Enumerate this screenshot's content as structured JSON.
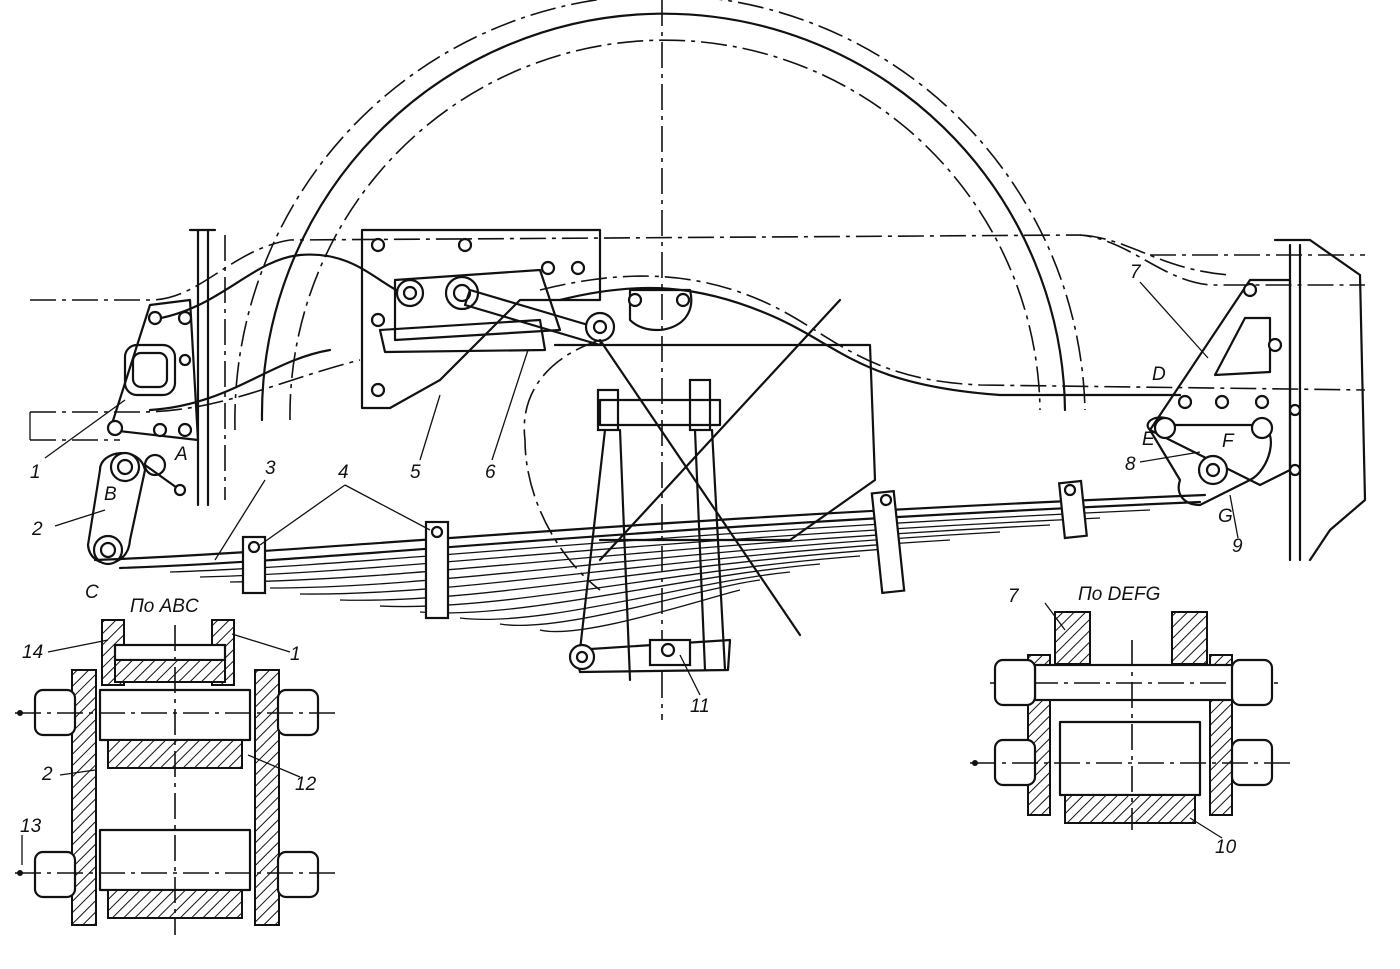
{
  "figure": {
    "callouts": [
      "1",
      "2",
      "3",
      "4",
      "5",
      "6",
      "7",
      "8",
      "9",
      "10",
      "11",
      "12",
      "13",
      "14"
    ],
    "points": [
      "A",
      "B",
      "C",
      "D",
      "E",
      "F",
      "G"
    ]
  },
  "sections": {
    "abc": {
      "caption": "По ABC"
    },
    "defg": {
      "caption": "По DEFG"
    }
  }
}
